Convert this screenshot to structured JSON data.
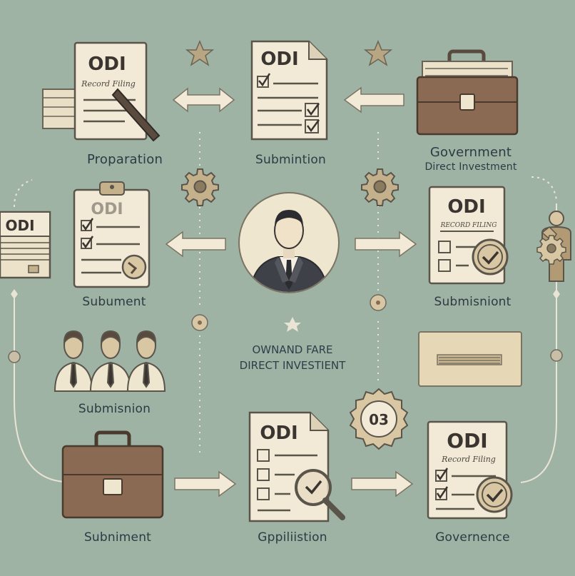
{
  "doc_title": "ODI",
  "record_filing": "Record Filing",
  "record_filing_alt": "Record Filing",
  "record_filing_small": "RECORD FILING",
  "badge_number": "03",
  "center_line1": "OWNAND FARE",
  "center_line2": "DIRECT INVESTIENT",
  "labels": {
    "top_left": "Proparation",
    "top_mid": "Submintion",
    "top_right_1": "Government",
    "top_right_2": "Direct Investment",
    "mid_left": "Subument",
    "mid_right": "Submisniont",
    "people": "Submisnion",
    "bottom_left": "Subniment",
    "bottom_mid": "Gppiliistion",
    "bottom_right": "Governence"
  },
  "colors": {
    "background": "#9fb3a4",
    "paper": "#f2ead6",
    "ink": "#3a3530",
    "briefcase": "#8a6a52",
    "beige": "#d9c7a3"
  }
}
